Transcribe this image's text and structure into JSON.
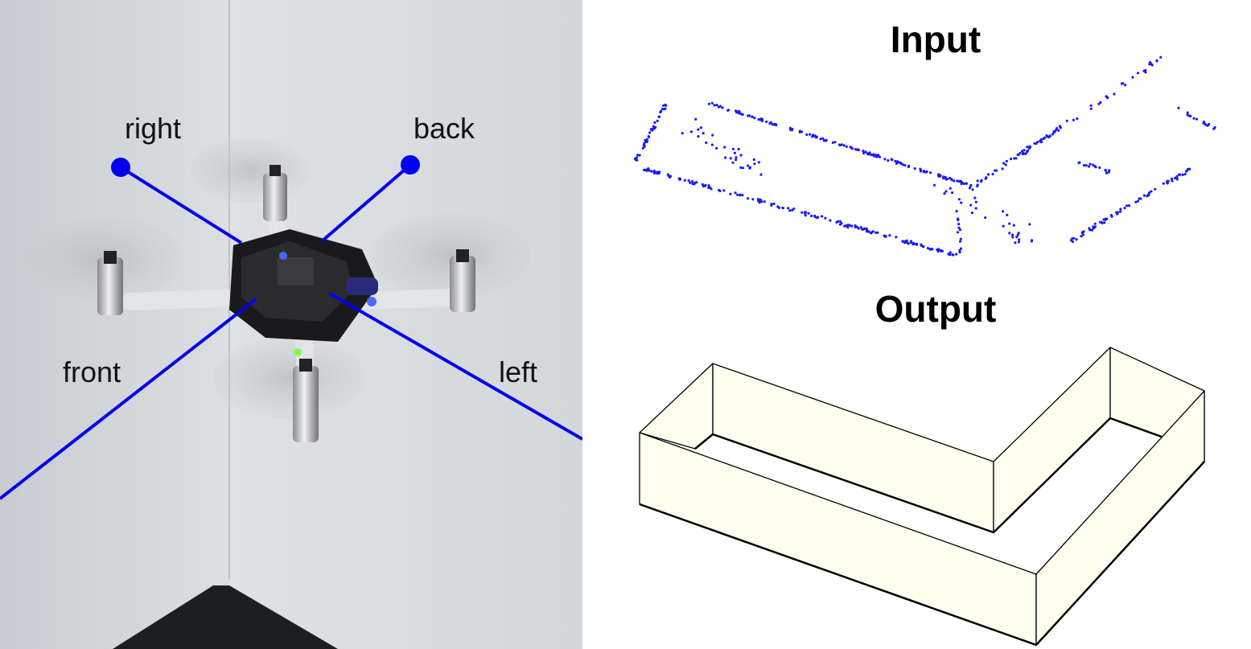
{
  "photo": {
    "labels": {
      "right": "right",
      "back": "back",
      "front": "front",
      "left": "left"
    },
    "axis_color": "#0000ee"
  },
  "diagram": {
    "input_title": "Input",
    "output_title": "Output",
    "point_color": "#1a1aff",
    "wall_fill": "#fffff0"
  }
}
